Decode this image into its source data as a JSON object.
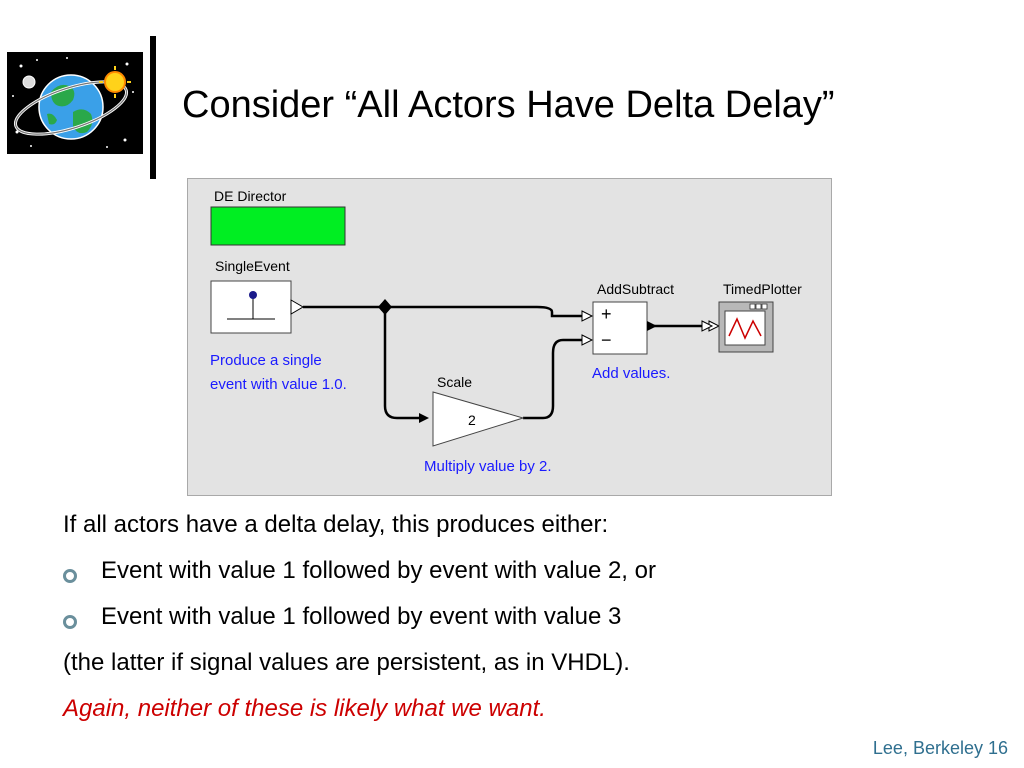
{
  "slide": {
    "title": "Consider “All Actors Have Delta Delay”",
    "footer": "Lee, Berkeley 16"
  },
  "diagram": {
    "director_label": "DE Director",
    "single_event_label": "SingleEvent",
    "single_event_caption_1": "Produce a single",
    "single_event_caption_2": "event with value 1.0.",
    "scale_label": "Scale",
    "scale_factor": "2",
    "scale_caption": "Multiply value by 2.",
    "add_label": "AddSubtract",
    "add_plus": "+",
    "add_minus": "−",
    "add_caption": "Add values.",
    "plotter_label": "TimedPlotter"
  },
  "body": {
    "intro": "If all actors have a delta delay, this produces either:",
    "bullets": [
      "Event with value 1 followed by event with value 2, or",
      "Event with value 1 followed by event with value 3"
    ],
    "note": "(the latter if signal values are persistent, as in VHDL).",
    "conclusion": "Again, neither of these is likely what we want."
  },
  "colors": {
    "director": "#00ee22",
    "caption_blue": "#1a1aff",
    "conclusion_red": "#cc0000",
    "footer": "#2f6f8f",
    "bullet": "#6a8f9c"
  }
}
